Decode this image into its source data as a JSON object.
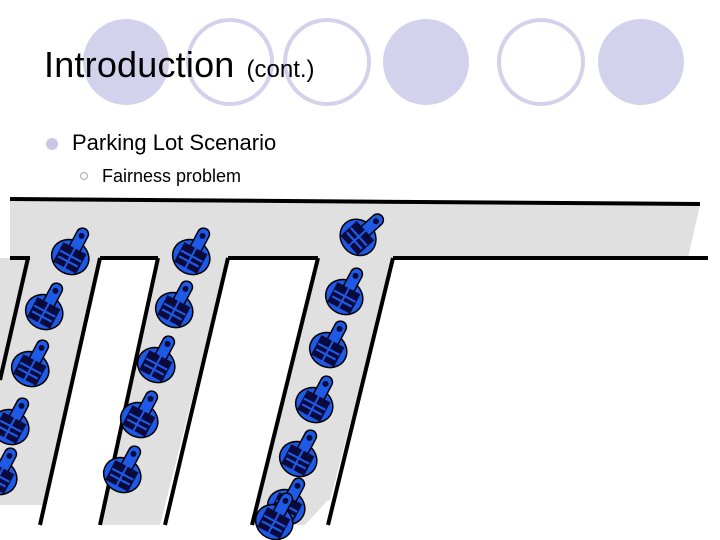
{
  "slide": {
    "title": "Introduction",
    "title_suffix": "(cont.)",
    "bullet_main": "Parking Lot Scenario",
    "bullet_sub": "Fairness problem"
  },
  "icons": {
    "bullet_main": "filled-circle-bullet-icon",
    "bullet_sub": "hollow-circle-bullet-icon",
    "car": "car-icon"
  },
  "diagram": {
    "lanes": [
      "left",
      "middle",
      "right"
    ],
    "cars_per_lane": [
      5,
      5,
      6
    ],
    "cars_on_top_road": 1
  },
  "colors": {
    "road": "#e0e0e0",
    "edge": "#000000",
    "car_body": "#1e5ae6",
    "car_roof": "#0a0a3c",
    "decor_circle": "#d2d2ec",
    "bullet": "#c8c8e6"
  }
}
